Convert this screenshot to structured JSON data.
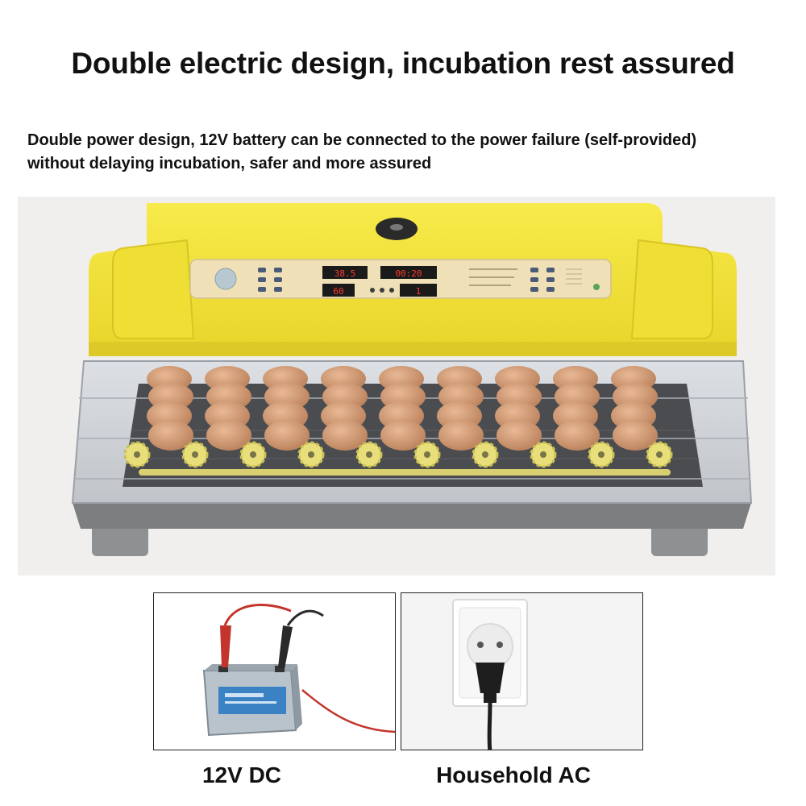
{
  "headline": "Double electric design, incubation rest assured",
  "subtext": {
    "line1": "Double power design, 12V battery can be connected to the power failure (self-provided)",
    "line2": "without delaying incubation, safer and more assured"
  },
  "product": {
    "display_top_left": "38.5",
    "display_top_right": "00:20",
    "display_bottom_left": "60",
    "display_bottom_right": "1",
    "accent_yellow": "#f2e233",
    "shell_gray": "#8f9092"
  },
  "power_options": {
    "dc_label": "12V DC",
    "ac_label": "Household AC"
  }
}
